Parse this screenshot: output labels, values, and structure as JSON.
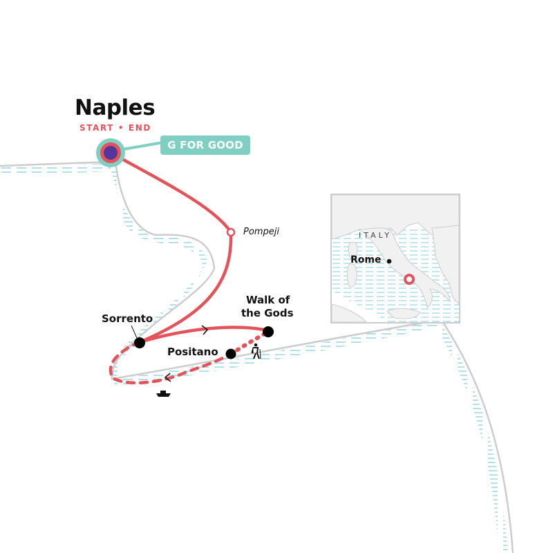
{
  "map": {
    "title": "Naples",
    "subtitle": "START • END",
    "badge": "G FOR GOOD",
    "places": {
      "pompeji": "Pompeji",
      "sorrento": "Sorrento",
      "walk_of_gods_line1": "Walk of",
      "walk_of_gods_line2": "the Gods",
      "positano": "Positano"
    },
    "inset": {
      "country": "ITALY",
      "city": "Rome"
    },
    "icons": [
      "hiker-icon",
      "boat-icon",
      "arrow-right-icon",
      "arrow-left-icon"
    ],
    "colors": {
      "route": "#e5535a",
      "start_end_fill": "#55359a",
      "badge": "#7fcfc2",
      "water_hatch": "#9fd8e0",
      "coastline": "#cccccc"
    }
  }
}
